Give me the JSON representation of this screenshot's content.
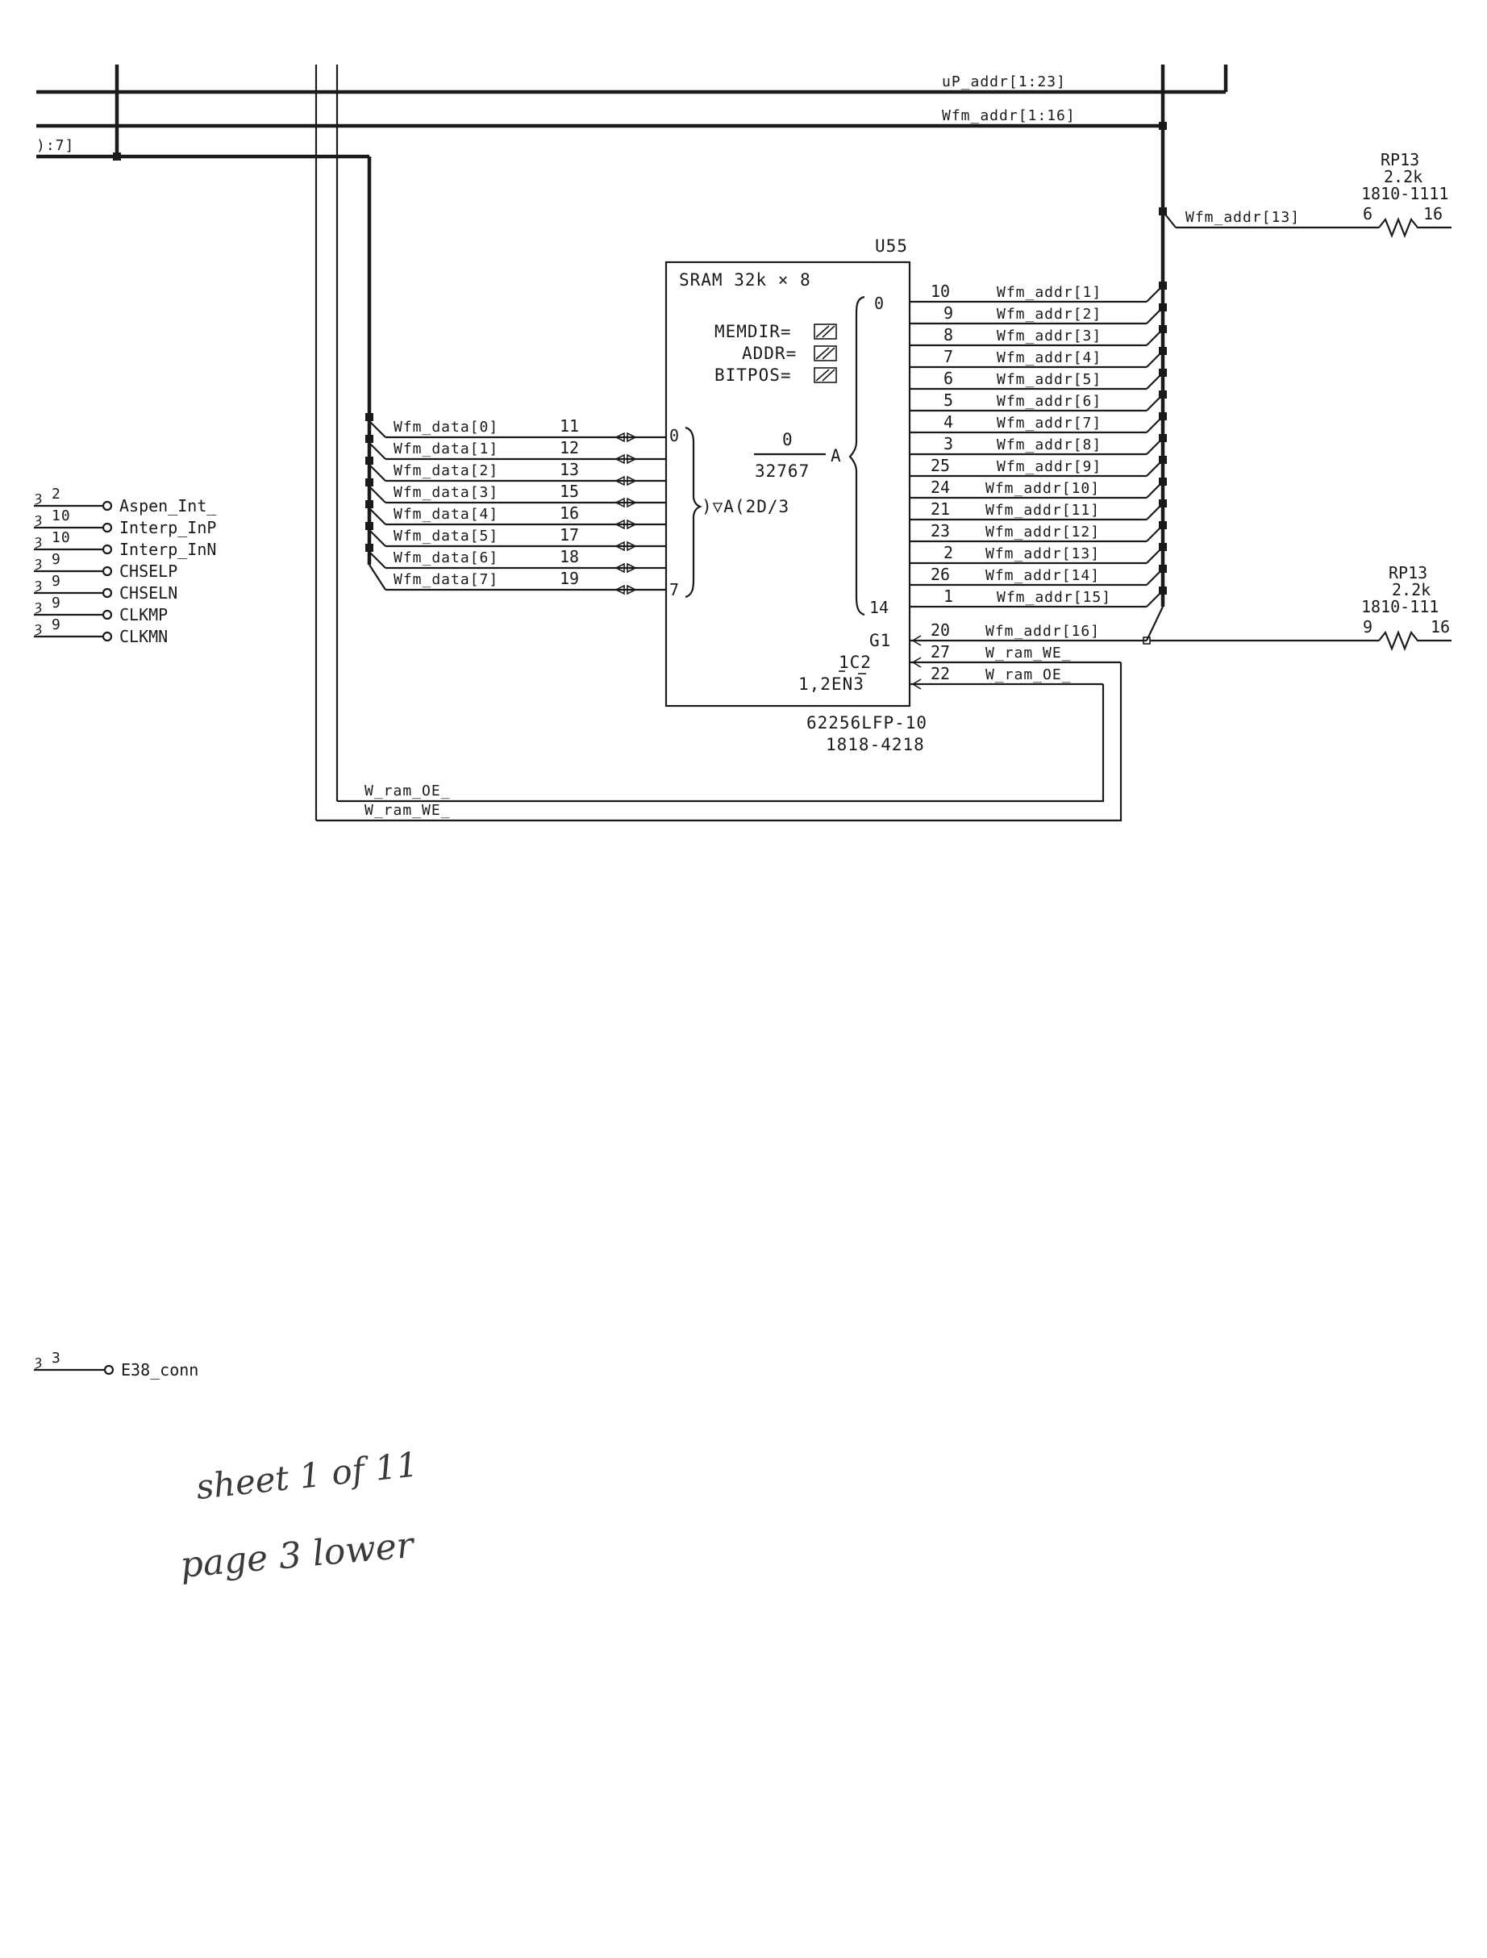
{
  "buses": {
    "up_addr": "uP_addr[1:23]",
    "wfm_addr": "Wfm_addr[1:16]",
    "data_stub": "):7]"
  },
  "chip": {
    "ref": "U55",
    "title": "SRAM 32k × 8",
    "memdir": "MEMDIR=",
    "addr": "ADDR=",
    "bitpos": "BITPOS=",
    "range_top": "0",
    "range_bottom": "32767",
    "addr_letter": "A",
    "data_func": ")▽A(2D/3",
    "addr_first": "0",
    "addr_last": "14",
    "data_first": "0",
    "data_last": "7",
    "ctrl_g1": "G1",
    "ctrl_c2": "1C2",
    "ctrl_en": "1,2EN3",
    "part": "62256LFP-10",
    "partno": "1818-4218"
  },
  "data_nets": [
    {
      "net": "Wfm_data[0]",
      "pin": "11"
    },
    {
      "net": "Wfm_data[1]",
      "pin": "12"
    },
    {
      "net": "Wfm_data[2]",
      "pin": "13"
    },
    {
      "net": "Wfm_data[3]",
      "pin": "15"
    },
    {
      "net": "Wfm_data[4]",
      "pin": "16"
    },
    {
      "net": "Wfm_data[5]",
      "pin": "17"
    },
    {
      "net": "Wfm_data[6]",
      "pin": "18"
    },
    {
      "net": "Wfm_data[7]",
      "pin": "19"
    }
  ],
  "addr_nets": [
    {
      "pin": "10",
      "net": "Wfm_addr[1]"
    },
    {
      "pin": "9",
      "net": "Wfm_addr[2]"
    },
    {
      "pin": "8",
      "net": "Wfm_addr[3]"
    },
    {
      "pin": "7",
      "net": "Wfm_addr[4]"
    },
    {
      "pin": "6",
      "net": "Wfm_addr[5]"
    },
    {
      "pin": "5",
      "net": "Wfm_addr[6]"
    },
    {
      "pin": "4",
      "net": "Wfm_addr[7]"
    },
    {
      "pin": "3",
      "net": "Wfm_addr[8]"
    },
    {
      "pin": "25",
      "net": "Wfm_addr[9]"
    },
    {
      "pin": "24",
      "net": "Wfm_addr[10]"
    },
    {
      "pin": "21",
      "net": "Wfm_addr[11]"
    },
    {
      "pin": "23",
      "net": "Wfm_addr[12]"
    },
    {
      "pin": "2",
      "net": "Wfm_addr[13]"
    },
    {
      "pin": "26",
      "net": "Wfm_addr[14]"
    },
    {
      "pin": "1",
      "net": "Wfm_addr[15]"
    }
  ],
  "ctrl_nets": [
    {
      "pin": "20",
      "net": "Wfm_addr[16]"
    },
    {
      "pin": "27",
      "net": "W_ram_WE_"
    },
    {
      "pin": "22",
      "net": "W_ram_OE_"
    }
  ],
  "return_nets": {
    "oe": "W_ram_OE_",
    "we": "W_ram_WE_"
  },
  "rp_top": {
    "ref": "RP13",
    "value": "2.2k",
    "part": "1810-1111",
    "net": "Wfm_addr[13]",
    "pin_a": "6",
    "pin_b": "16"
  },
  "rp_bottom": {
    "ref": "RP13",
    "value": "2.2k",
    "part": "1810-111",
    "pin_a": "9",
    "pin_b": "16"
  },
  "ports": [
    {
      "num": "2",
      "name": "Aspen_Int_"
    },
    {
      "num": "10",
      "name": "Interp_InP"
    },
    {
      "num": "10",
      "name": "Interp_InN"
    },
    {
      "num": "9",
      "name": "CHSELP"
    },
    {
      "num": "9",
      "name": "CHSELN"
    },
    {
      "num": "9",
      "name": "CLKMP"
    },
    {
      "num": "9",
      "name": "CLKMN"
    }
  ],
  "port_e38": {
    "num": "3",
    "name": "E38_conn"
  },
  "handwriting": {
    "line1": "sheet 1 of 11",
    "line2": "page 3 lower"
  }
}
